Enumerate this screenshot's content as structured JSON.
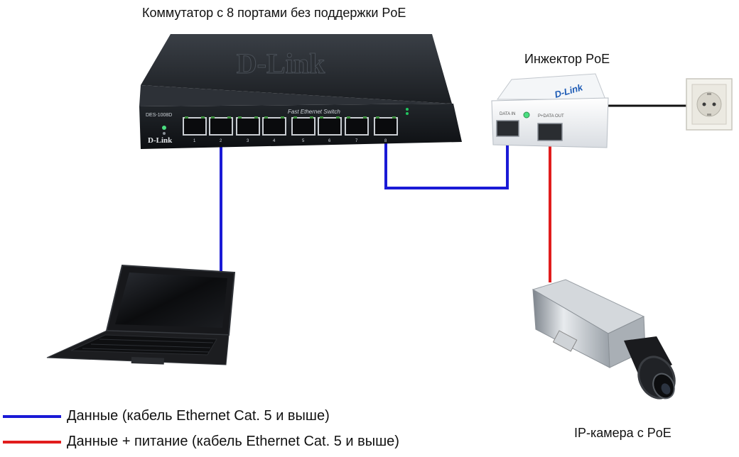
{
  "labels": {
    "switch_title": "Коммутатор с 8 портами без поддержки PoE",
    "injector_title": "Инжектор PoE",
    "camera_title": "IP-камера с PoE"
  },
  "switch": {
    "brand": "D-Link",
    "model": "DES-1008D",
    "tagline": "Fast Ethernet Switch",
    "port_numbers": [
      "1",
      "2",
      "3",
      "4",
      "5",
      "6",
      "7",
      "8"
    ]
  },
  "injector": {
    "brand": "D-Link",
    "port_data": "DATA IN",
    "port_power": "P+DATA OUT"
  },
  "legend": [
    {
      "label": "Данные (кабель Ethernet Cat. 5 и выше)",
      "color": "#1a1ad6"
    },
    {
      "label": "Данные + питание (кабель Ethernet Cat. 5 и выше)",
      "color": "#e11d1d"
    }
  ],
  "colors": {
    "data_cable": "#1a1ad6",
    "power_cable": "#e11d1d",
    "outlet_cable": "#111111"
  }
}
